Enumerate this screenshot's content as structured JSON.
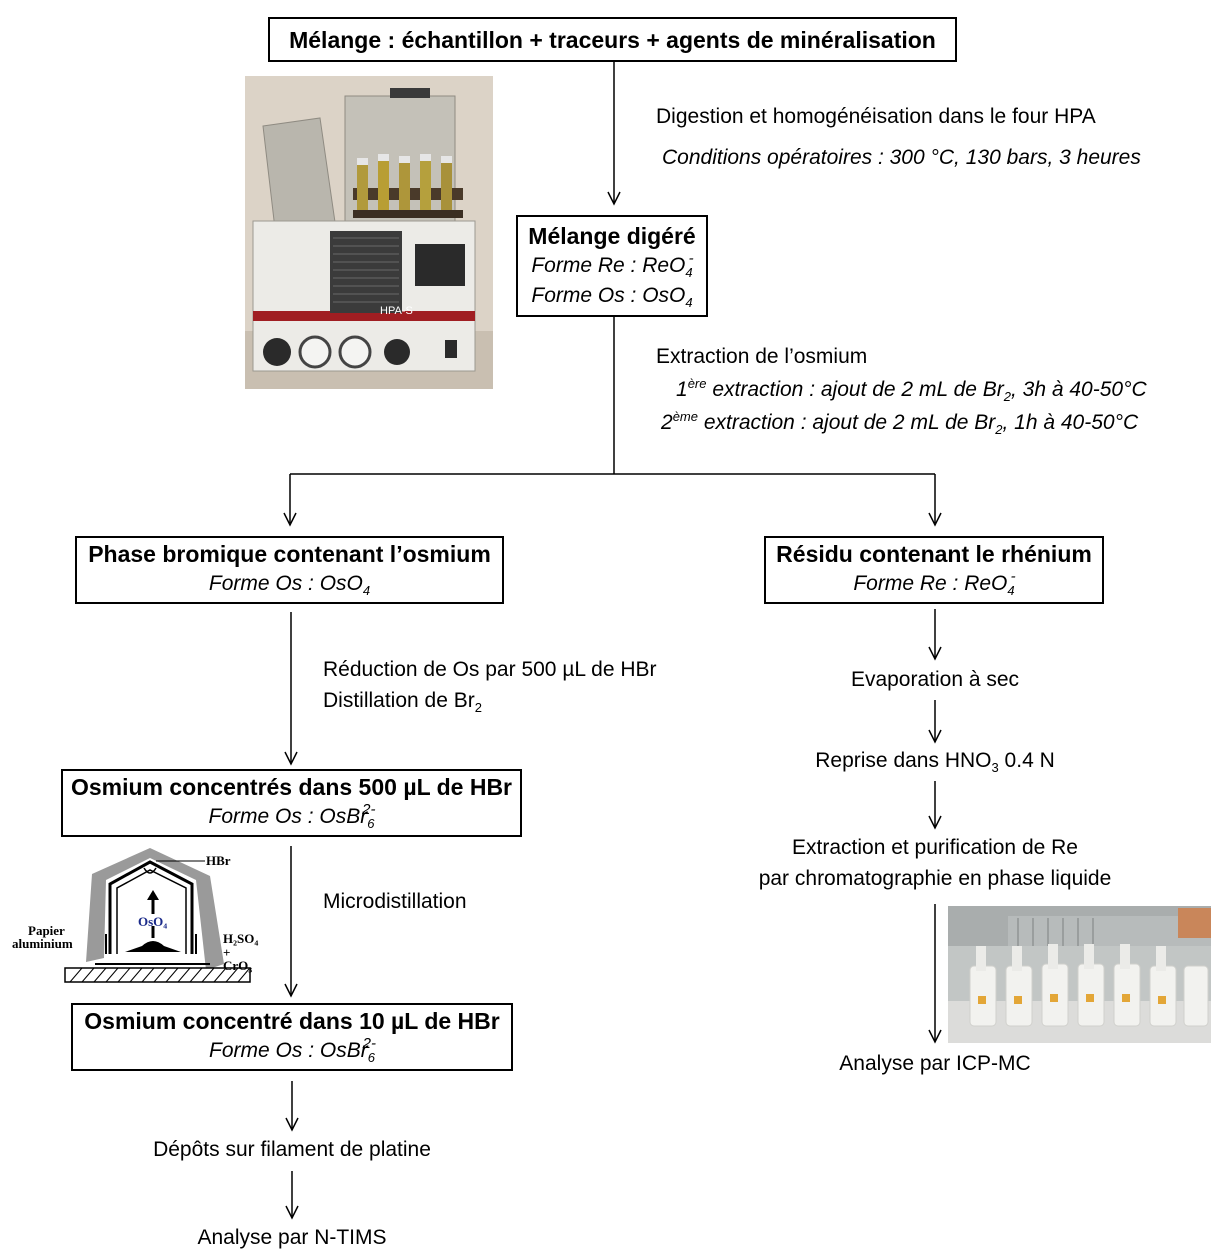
{
  "nodes": {
    "mix": {
      "title": "Mélange : échantillon + traceurs + agents de minéralisation"
    },
    "digested": {
      "title": "Mélange digéré",
      "re_form_prefix": "Forme Re : ReO",
      "re_form_sub": "4",
      "re_form_charge": "-",
      "os_form_prefix": "Forme Os : OsO",
      "os_form_sub": "4"
    },
    "bromine_phase": {
      "title": "Phase bromique contenant l’osmium",
      "form_prefix": "Forme Os : OsO",
      "form_sub": "4"
    },
    "residue": {
      "title": "Résidu contenant le rhénium",
      "form_prefix": "Forme Re : ReO",
      "form_sub": "4",
      "form_charge": "-"
    },
    "os_500": {
      "title": "Osmium concentrés dans 500 µL de HBr",
      "form_prefix": "Forme Os : OsBr",
      "form_sub": "6",
      "form_charge": "2-"
    },
    "os_10": {
      "title": "Osmium concentré dans 10 µL de HBr",
      "form_prefix": "Forme Os : OsBr",
      "form_sub": "6",
      "form_charge": "2-"
    }
  },
  "steps": {
    "digestion": {
      "line1": "Digestion et homogénéisation dans le four HPA",
      "line2": "Conditions opératoires : 300 °C, 130 bars, 3 heures"
    },
    "extraction": {
      "line1": "Extraction de l’osmium",
      "l2_a": "1",
      "l2_sup": "ère",
      "l2_b": " extraction : ajout de 2 mL de Br",
      "l2_sub": "2",
      "l2_c": ", 3h à 40-50°C",
      "l3_a": "2",
      "l3_sup": "ème",
      "l3_b": " extraction : ajout de 2 mL de Br",
      "l3_sub": "2",
      "l3_c": ", 1h à 40-50°C"
    },
    "reduction": {
      "line1": "Réduction de Os par 500 µL de HBr",
      "line2_prefix": "Distillation de Br",
      "line2_sub": "2"
    },
    "microdistillation": "Microdistillation",
    "deposit": "Dépôts sur filament de platine",
    "n_tims": "Analyse par N-TIMS",
    "evaporation": "Evaporation à sec",
    "reprise": {
      "prefix": "Reprise dans HNO",
      "sub": "3",
      "suffix": " 0.4 N"
    },
    "purification": {
      "line1": "Extraction et purification de Re",
      "line2": "par chromatographie en phase liquide"
    },
    "icp": "Analyse par ICP-MC"
  },
  "photos": {
    "hpa_label": "HPA-S"
  },
  "micro_labels": {
    "hbr": "HBr",
    "oso4": "OsO₄",
    "papier": "Papier",
    "aluminium": "aluminium",
    "h2so4": "H₂SO₄",
    "cro3": "+ CrO₃"
  },
  "colors": {
    "line": "#000000",
    "box_border": "#000000",
    "background": "#ffffff"
  }
}
